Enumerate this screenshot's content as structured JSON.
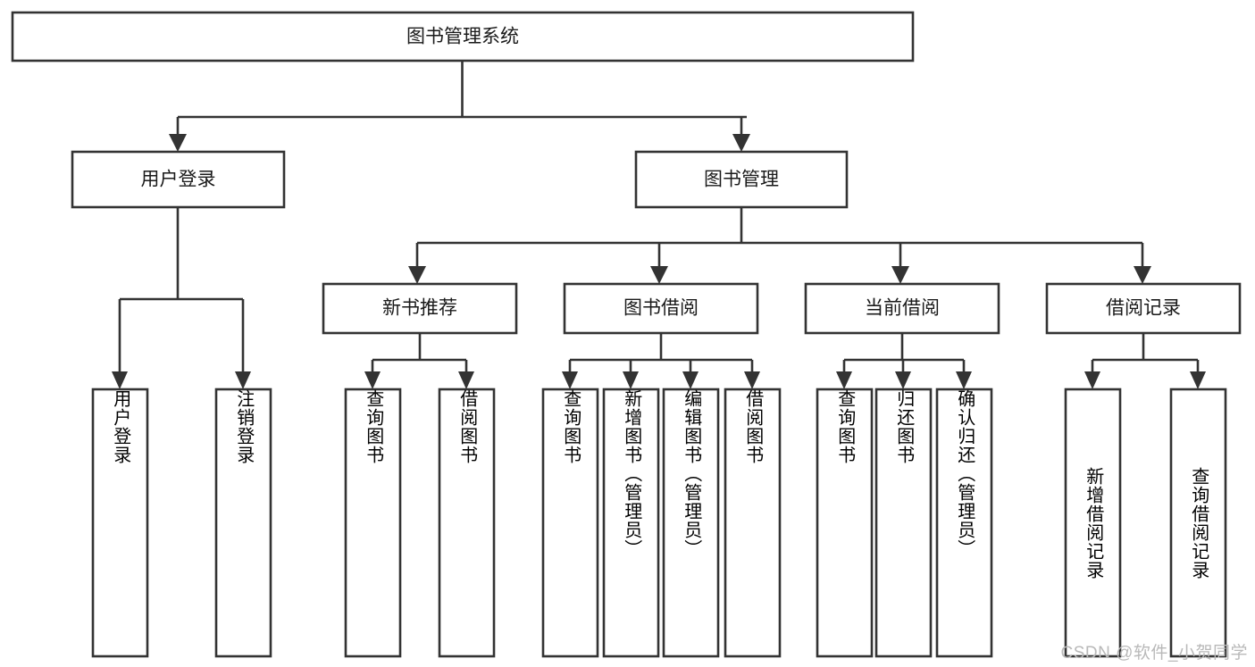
{
  "diagram": {
    "title_node": {
      "label": "图书管理系统"
    },
    "level1": [
      {
        "label": "用户登录"
      },
      {
        "label": "图书管理"
      }
    ],
    "level2": [
      {
        "label": "新书推荐"
      },
      {
        "label": "图书借阅"
      },
      {
        "label": "当前借阅"
      },
      {
        "label": "借阅记录"
      }
    ],
    "leaves": {
      "user_login": [
        {
          "label": "用户登录"
        },
        {
          "label": "注销登录"
        }
      ],
      "new_book_recommend": [
        {
          "label": "查询图书"
        },
        {
          "label": "借阅图书"
        }
      ],
      "book_borrow": [
        {
          "label": "查询图书"
        },
        {
          "label": "新增图书（管理员）"
        },
        {
          "label": "编辑图书（管理员）"
        },
        {
          "label": "借阅图书"
        }
      ],
      "current_borrow": [
        {
          "label": "查询图书"
        },
        {
          "label": "归还图书"
        },
        {
          "label": "确认归还（管理员）"
        }
      ],
      "borrow_record": [
        {
          "label": "新增借阅记录"
        },
        {
          "label": "查询借阅记录"
        }
      ]
    }
  },
  "watermark": {
    "text": "CSDN @软件_小贺同学"
  },
  "colors": {
    "stroke": "#333333",
    "box_fill": "#ffffff",
    "text": "#1a1a1a",
    "watermark": "#b9b9b9",
    "background": "#ffffff"
  }
}
